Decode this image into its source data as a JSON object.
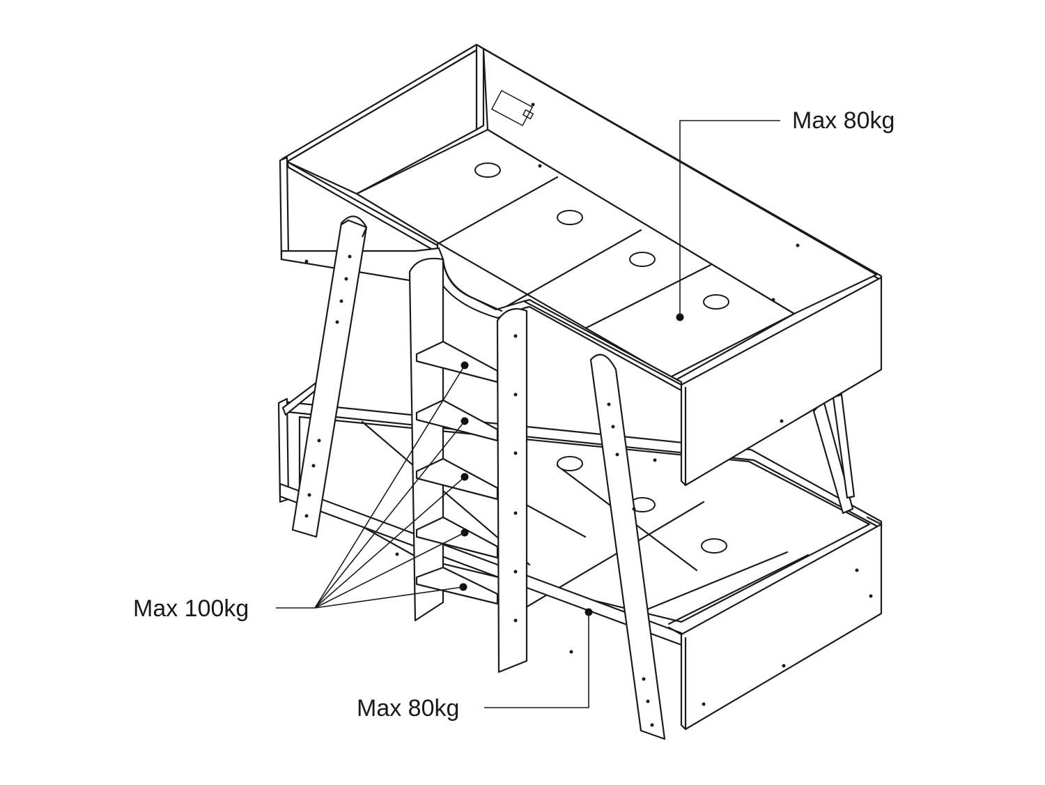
{
  "diagram": {
    "callouts": {
      "top_bunk": {
        "text": "Max 80kg"
      },
      "ladder_steps": {
        "text": "Max 100kg"
      },
      "bottom_bunk": {
        "text": "Max 80kg"
      }
    },
    "colors": {
      "line": "#1a1a1a",
      "fill": "#ffffff"
    }
  }
}
